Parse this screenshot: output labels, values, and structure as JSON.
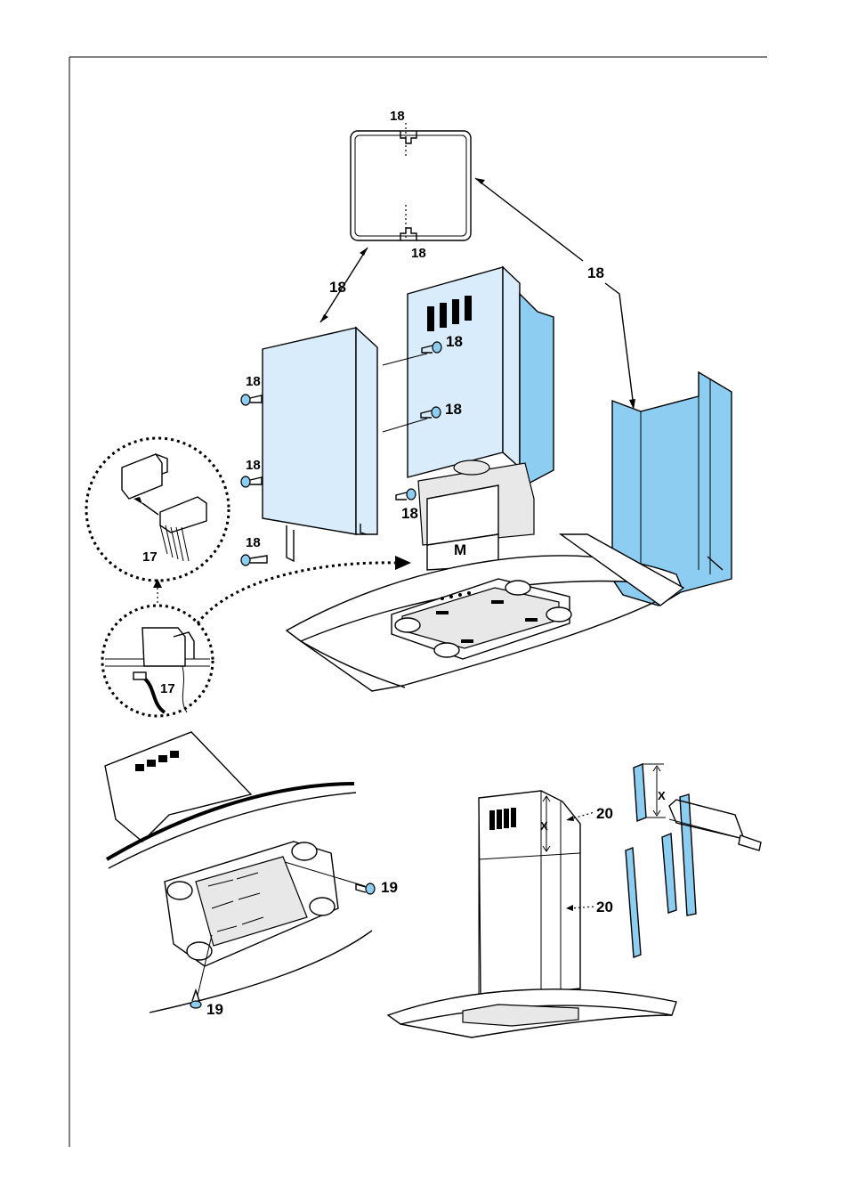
{
  "labels": {
    "panel_top_a": "18",
    "panel_top_b": "18",
    "arrow_left": "18",
    "arrow_right": "18",
    "screw_left_1": "18",
    "screw_left_2": "18",
    "screw_left_3": "18",
    "screw_center_1": "18",
    "screw_center_2": "18",
    "screw_center_3": "18",
    "connector_detail": "17",
    "wiring_detail": "17",
    "motor_mark": "M",
    "filter_screw_1": "19",
    "filter_screw_2": "19",
    "strip_upper": "20",
    "strip_lower": "20",
    "dim_x_left": "X",
    "dim_x_right": "X"
  },
  "colors": {
    "panel_light": "#d9ecfb",
    "panel_blue": "#8ecdf2",
    "line": "#000000"
  }
}
